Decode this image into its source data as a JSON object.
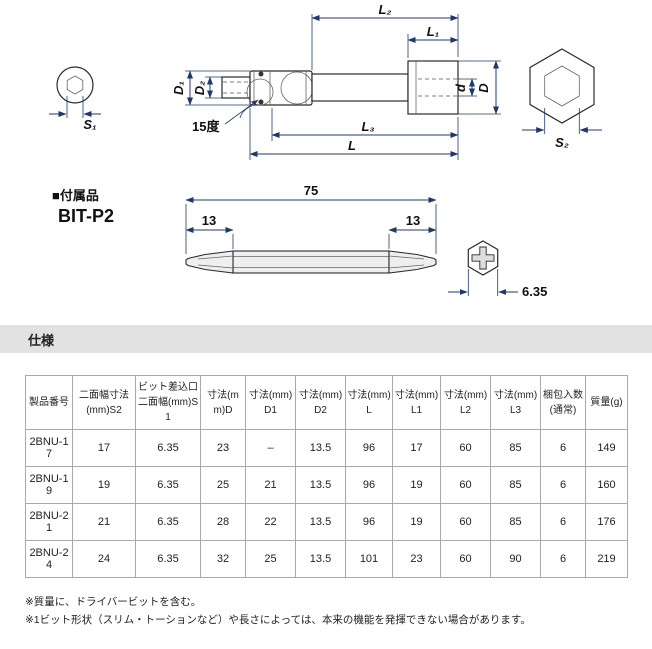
{
  "diagram": {
    "dims": {
      "L2": "L₂",
      "L1": "L₁",
      "D1": "D₁",
      "D2": "D₂",
      "d": "d",
      "D": "D",
      "L3": "L₃",
      "L": "L",
      "S1": "S₁",
      "S2": "S₂",
      "angle": "15度"
    },
    "accessory": {
      "title": "■付属品",
      "model": "BIT-P2",
      "total_length": "75",
      "tip_length_left": "13",
      "tip_length_right": "13",
      "hex_width": "6.35"
    }
  },
  "spec": {
    "section_title": "仕様",
    "headers": [
      "製品番号",
      "二面幅寸法(mm)S2",
      "ビット差込口二面幅(mm)S1",
      "寸法(mm)D",
      "寸法(mm)D1",
      "寸法(mm)D2",
      "寸法(mm)L",
      "寸法(mm)L1",
      "寸法(mm)L2",
      "寸法(mm)L3",
      "梱包入数(通常)",
      "質量(g)"
    ],
    "rows": [
      [
        "2BNU-17",
        "17",
        "6.35",
        "23",
        "–",
        "13.5",
        "96",
        "17",
        "60",
        "85",
        "6",
        "149"
      ],
      [
        "2BNU-19",
        "19",
        "6.35",
        "25",
        "21",
        "13.5",
        "96",
        "19",
        "60",
        "85",
        "6",
        "160"
      ],
      [
        "2BNU-21",
        "21",
        "6.35",
        "28",
        "22",
        "13.5",
        "96",
        "19",
        "60",
        "85",
        "6",
        "176"
      ],
      [
        "2BNU-24",
        "24",
        "6.35",
        "32",
        "25",
        "13.5",
        "101",
        "23",
        "60",
        "90",
        "6",
        "219"
      ]
    ]
  },
  "notes": [
    "※質量に、ドライバービットを含む。",
    "※1ビット形状（スリム・トーションなど）や長さによっては、本来の機能を発揮できない場合があります。"
  ]
}
